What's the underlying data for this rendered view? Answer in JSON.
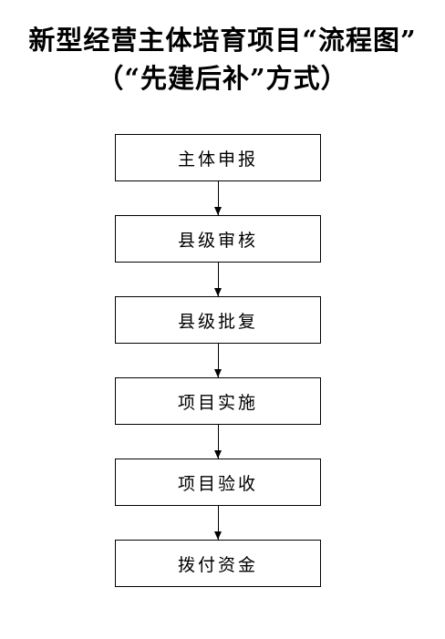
{
  "title": {
    "line1": "新型经营主体培育项目“流程图”",
    "line2": "（“先建后补”方式）"
  },
  "steps": [
    {
      "label": "主体申报"
    },
    {
      "label": "县级审核"
    },
    {
      "label": "县级批复"
    },
    {
      "label": "项目实施"
    },
    {
      "label": "项目验收"
    },
    {
      "label": "拨付资金"
    }
  ],
  "colors": {
    "line": "#000000",
    "background": "#ffffff"
  }
}
